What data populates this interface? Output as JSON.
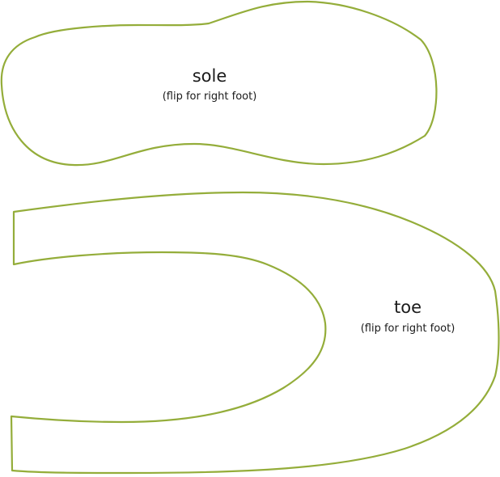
{
  "pieces": {
    "sole": {
      "title": "sole",
      "note": "(flip for right foot)"
    },
    "toe": {
      "title": "toe",
      "note": "(flip for right foot)"
    }
  },
  "colors": {
    "outline": "#94ad3a",
    "text": "#1a1a1a",
    "background": "#ffffff"
  }
}
